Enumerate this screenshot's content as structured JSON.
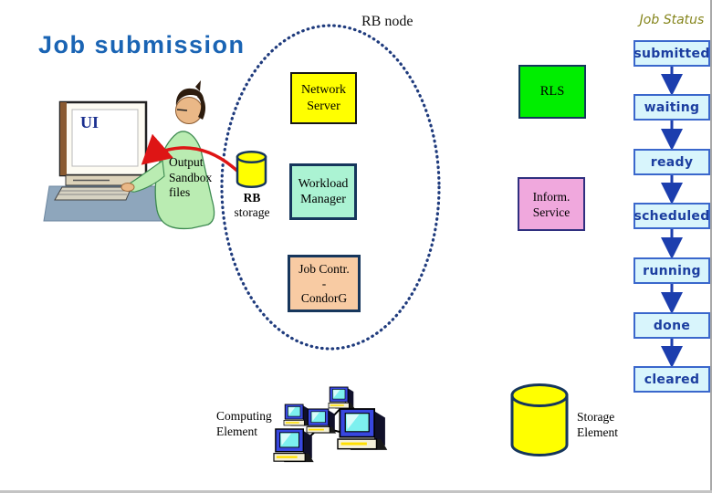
{
  "slide": {
    "title": "Job submission",
    "rb_node_label": "RB node"
  },
  "status_panel": {
    "heading": "Job Status",
    "statuses": [
      "submitted",
      "waiting",
      "ready",
      "scheduled",
      "running",
      "done",
      "cleared"
    ]
  },
  "rb_node": {
    "network_server": "Network\nServer",
    "workload_manager": "Workload\nManager",
    "job_controller": "Job Contr.\n-\nCondorG",
    "rb_storage_title": "RB",
    "rb_storage_subtitle": "storage"
  },
  "services": {
    "rls": "RLS",
    "information_service": "Inform.\nService"
  },
  "client": {
    "ui_label": "UI",
    "output_sandbox_note": "Output\nSandbox\nfiles"
  },
  "grid_elements": {
    "computing_element": "Computing\nElement",
    "storage_element": "Storage\nElement"
  },
  "icons": {
    "user_workstation": "user-at-computer-icon",
    "rb_storage": "database-cylinder-icon",
    "storage_element": "database-cylinder-icon",
    "computing_cluster": "computer-cluster-icon"
  },
  "colors": {
    "title_blue": "#1a64b4",
    "status_box_fill": "#d8f5fc",
    "status_box_border": "#3a67cc",
    "status_text_blue": "#1c3ea0",
    "job_status_olive": "#85851c",
    "network_server_fill": "#ffff00",
    "rls_fill": "#00ee00",
    "workload_manager_fill": "#abf3d3",
    "information_service_fill": "#f0a8dd",
    "job_controller_fill": "#f8cba3",
    "cylinder_yellow": "#ffff00",
    "navy_outline": "#16365c",
    "ellipse_dotted_blue": "#1f3b7d",
    "arrow_red": "#de1515",
    "arrow_blue": "#1c3eae"
  }
}
